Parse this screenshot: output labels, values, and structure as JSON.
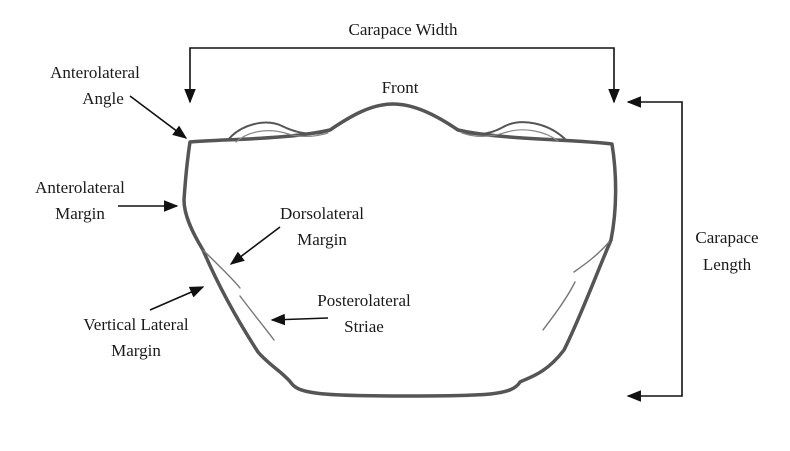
{
  "diagram": {
    "labels": {
      "carapace_width": "Carapace Width",
      "front": "Front",
      "anterolateral_angle_1": "Anterolateral",
      "anterolateral_angle_2": "Angle",
      "anterolateral_margin_1": "Anterolateral",
      "anterolateral_margin_2": "Margin",
      "dorsolateral_margin_1": "Dorsolateral",
      "dorsolateral_margin_2": "Margin",
      "carapace_length_1": "Carapace",
      "carapace_length_2": "Length",
      "posterolateral_striae_1": "Posterolateral",
      "posterolateral_striae_2": "Striae",
      "vertical_lateral_margin_1": "Vertical Lateral",
      "vertical_lateral_margin_2": "Margin"
    },
    "colors": {
      "outline": "#555555",
      "arrow": "#111111",
      "text": "#1a1a1a"
    }
  }
}
